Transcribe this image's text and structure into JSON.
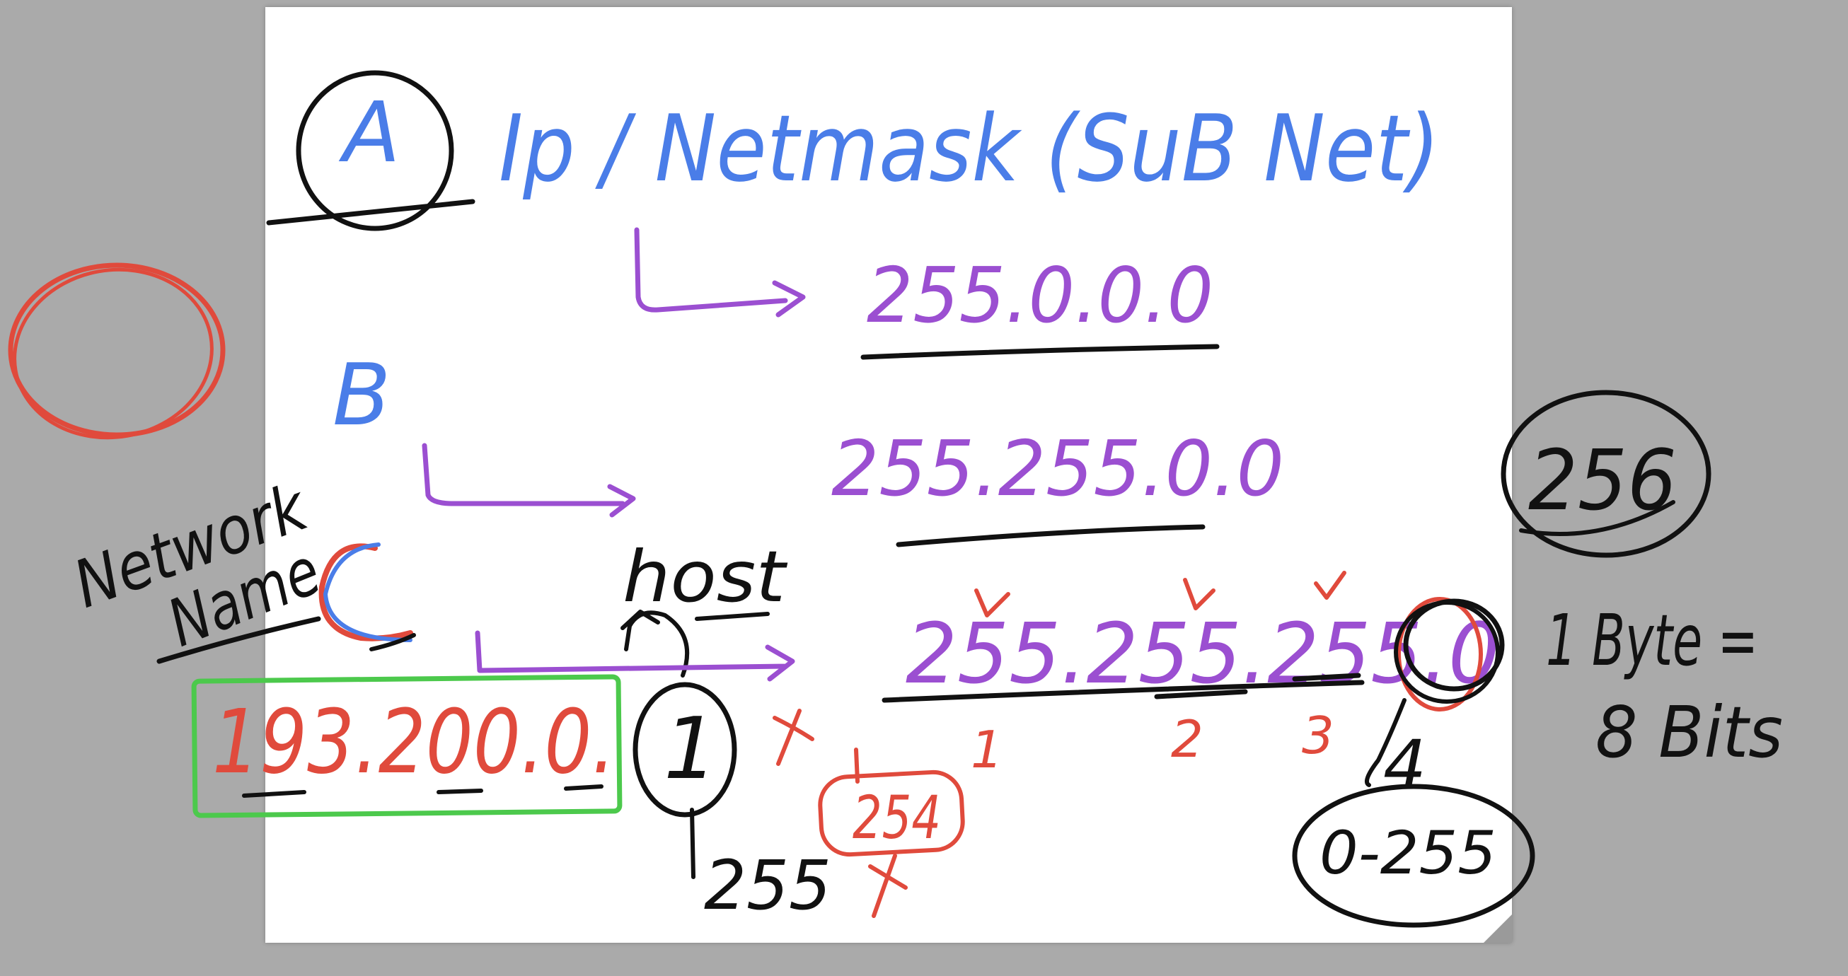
{
  "colors": {
    "canvas_background": "#aaaaaa",
    "page_background": "#ffffff",
    "blue_ink": "#4a7de8",
    "purple_ink": "#9b4fd1",
    "red_ink": "#e04a3c",
    "black_ink": "#111111",
    "green_ink": "#4cc94c"
  },
  "class_a": {
    "letter": "A",
    "heading": "Ip / Netmask (SuB Net)",
    "mask": "255.0.0.0"
  },
  "class_b": {
    "letter": "B",
    "mask": "255.255.0.0"
  },
  "class_c": {
    "letter": "C",
    "network_label": "Network Name",
    "host_label": "host",
    "ip_prefix": "193.200.0.",
    "host_octet": "1",
    "host_max": "255",
    "host_limit": "254",
    "mask": "255.255.255.0",
    "octet_numbers": [
      "1",
      "2",
      "3",
      "4"
    ],
    "octet_range": "0-255"
  },
  "side_notes": {
    "combinations": "256",
    "byte_rule_line1": "1 Byte =",
    "byte_rule_line2": "8 Bits"
  }
}
